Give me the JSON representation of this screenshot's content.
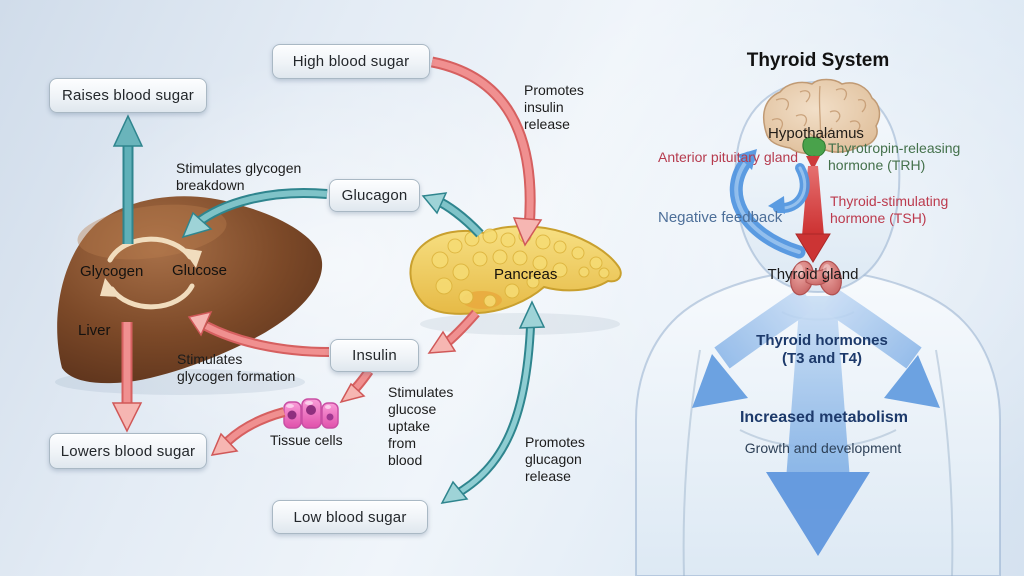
{
  "glucose": {
    "boxes": {
      "raises": "Raises blood sugar",
      "high": "High blood sugar",
      "glucagon": "Glucagon",
      "insulin": "Insulin",
      "lowers": "Lowers blood sugar",
      "low": "Low blood sugar"
    },
    "labels": {
      "stimulates_breakdown": "Stimulates glycogen\nbreakdown",
      "promotes_insulin": "Promotes\ninsulin\nrelease",
      "stimulates_formation": "Stimulates\nglycogen formation",
      "stimulates_uptake": "Stimulates\nglucose\nuptake\nfrom\nblood",
      "promotes_glucagon": "Promotes\nglucagon\nrelease",
      "glycogen": "Glycogen",
      "glucose": "Glucose",
      "liver": "Liver",
      "pancreas": "Pancreas",
      "tissue_cells": "Tissue cells"
    }
  },
  "thyroid": {
    "title": "Thyroid System",
    "labels": {
      "hypothalamus": "Hypothalamus",
      "anterior_pituitary": "Anterior pituitary gland",
      "trh": "Thyrotropin-releasing\nhormone (TRH)",
      "tsh": "Thyroid-stimulating\nhormone (TSH)",
      "negative_feedback": "Negative feedback",
      "thyroid_gland": "Thyroid gland",
      "thyroid_hormones": "Thyroid hormones\n(T3 and T4)",
      "increased_metabolism": "Increased metabolism",
      "growth_development": "Growth and development"
    }
  },
  "icons": {
    "teal_arrow": "glucagon-pathway-arrow",
    "red_arrow": "insulin-pathway-arrow",
    "blue_arrow": "hormone-effect-arrow"
  },
  "colors": {
    "teal_arrow": "#2f858e",
    "red_arrow": "#d66060",
    "feedback_blue": "#4f94e0",
    "body_arrow_blue": "#5b97de",
    "trh_green": "#44714b",
    "tsh_red": "#bc3a4d",
    "pituitary_label_red": "#b63b4e",
    "negative_feedback_blue": "#4d6f99",
    "navy_text": "#1d3a6b",
    "liver_brown": "#7a4526",
    "pancreas_yellow": "#f0d060",
    "tissue_cell_pink": "#ef6fc0"
  }
}
